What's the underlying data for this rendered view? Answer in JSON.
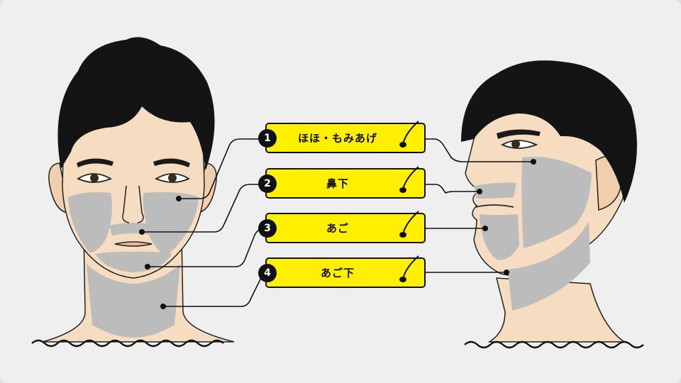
{
  "labels": [
    {
      "num": "1",
      "text": "ほほ・もみあげ"
    },
    {
      "num": "2",
      "text": "鼻下"
    },
    {
      "num": "3",
      "text": "あご"
    },
    {
      "num": "4",
      "text": "あご下"
    }
  ],
  "colors": {
    "label_bg": "#ffef00",
    "outline": "#111111",
    "skin": "#f6dcc0",
    "beard_zone": "#bcbcbc",
    "hair": "#141414",
    "background": "#efefef"
  },
  "icons": {
    "label_icon": "hair-follicle-icon",
    "number_badge": "numbered-circle"
  }
}
